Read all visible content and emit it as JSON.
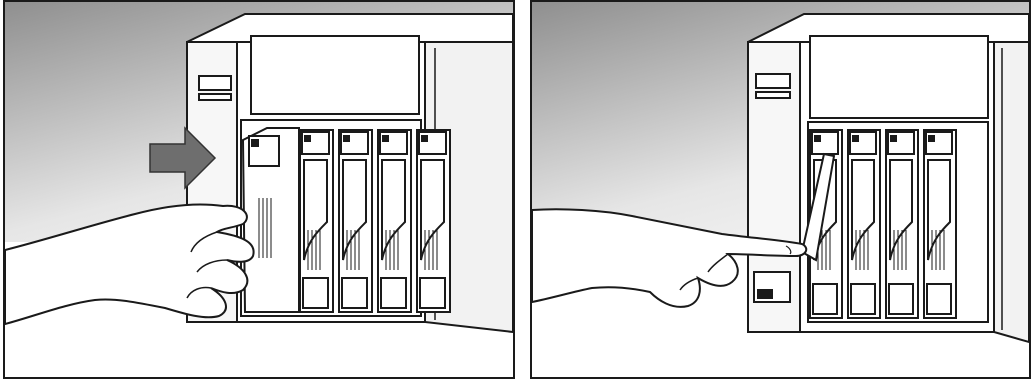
{
  "panels": [
    {
      "id": "left",
      "action": "push",
      "brand_text": "",
      "show_arrow": true,
      "trays": 4
    },
    {
      "id": "right",
      "action": "press",
      "brand_text": "",
      "show_arrow": false,
      "trays": 4
    }
  ],
  "colors": {
    "outline": "#1a1a1a",
    "gradient_top": "#9a9a9a",
    "gradient_bottom": "#ffffff",
    "arrow": "#6e6e6e",
    "panel_front": "#f4f4f4"
  }
}
